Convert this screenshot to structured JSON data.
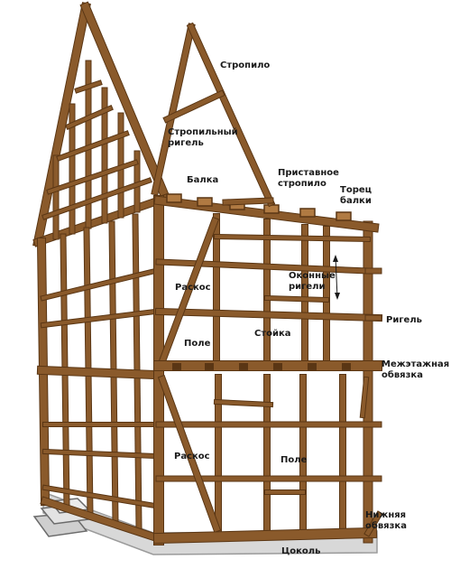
{
  "colors": {
    "timber": "#8a5a2b",
    "timber_dark": "#5a3614",
    "timber_light": "#b07a42",
    "infill": "#ffffff",
    "plinth": "#d8d8d8",
    "label": "#1a1a1a"
  },
  "labels": {
    "rafter": "Стропило",
    "collar_beam": "Стропильный ригель",
    "beam": "Балка",
    "attached_rafter": "Приставное стропило",
    "beam_end": "Торец балки",
    "window_rails": "Оконные ригели",
    "brace_upper": "Раскос",
    "rail": "Ригель",
    "panel_upper": "Поле",
    "post": "Стойка",
    "interfloor_plate": "Межэтажная обвязка",
    "brace_lower": "Раскос",
    "panel_lower": "Поле",
    "sill_plate": "Нижняя обвязка",
    "plinth": "Цоколь"
  }
}
